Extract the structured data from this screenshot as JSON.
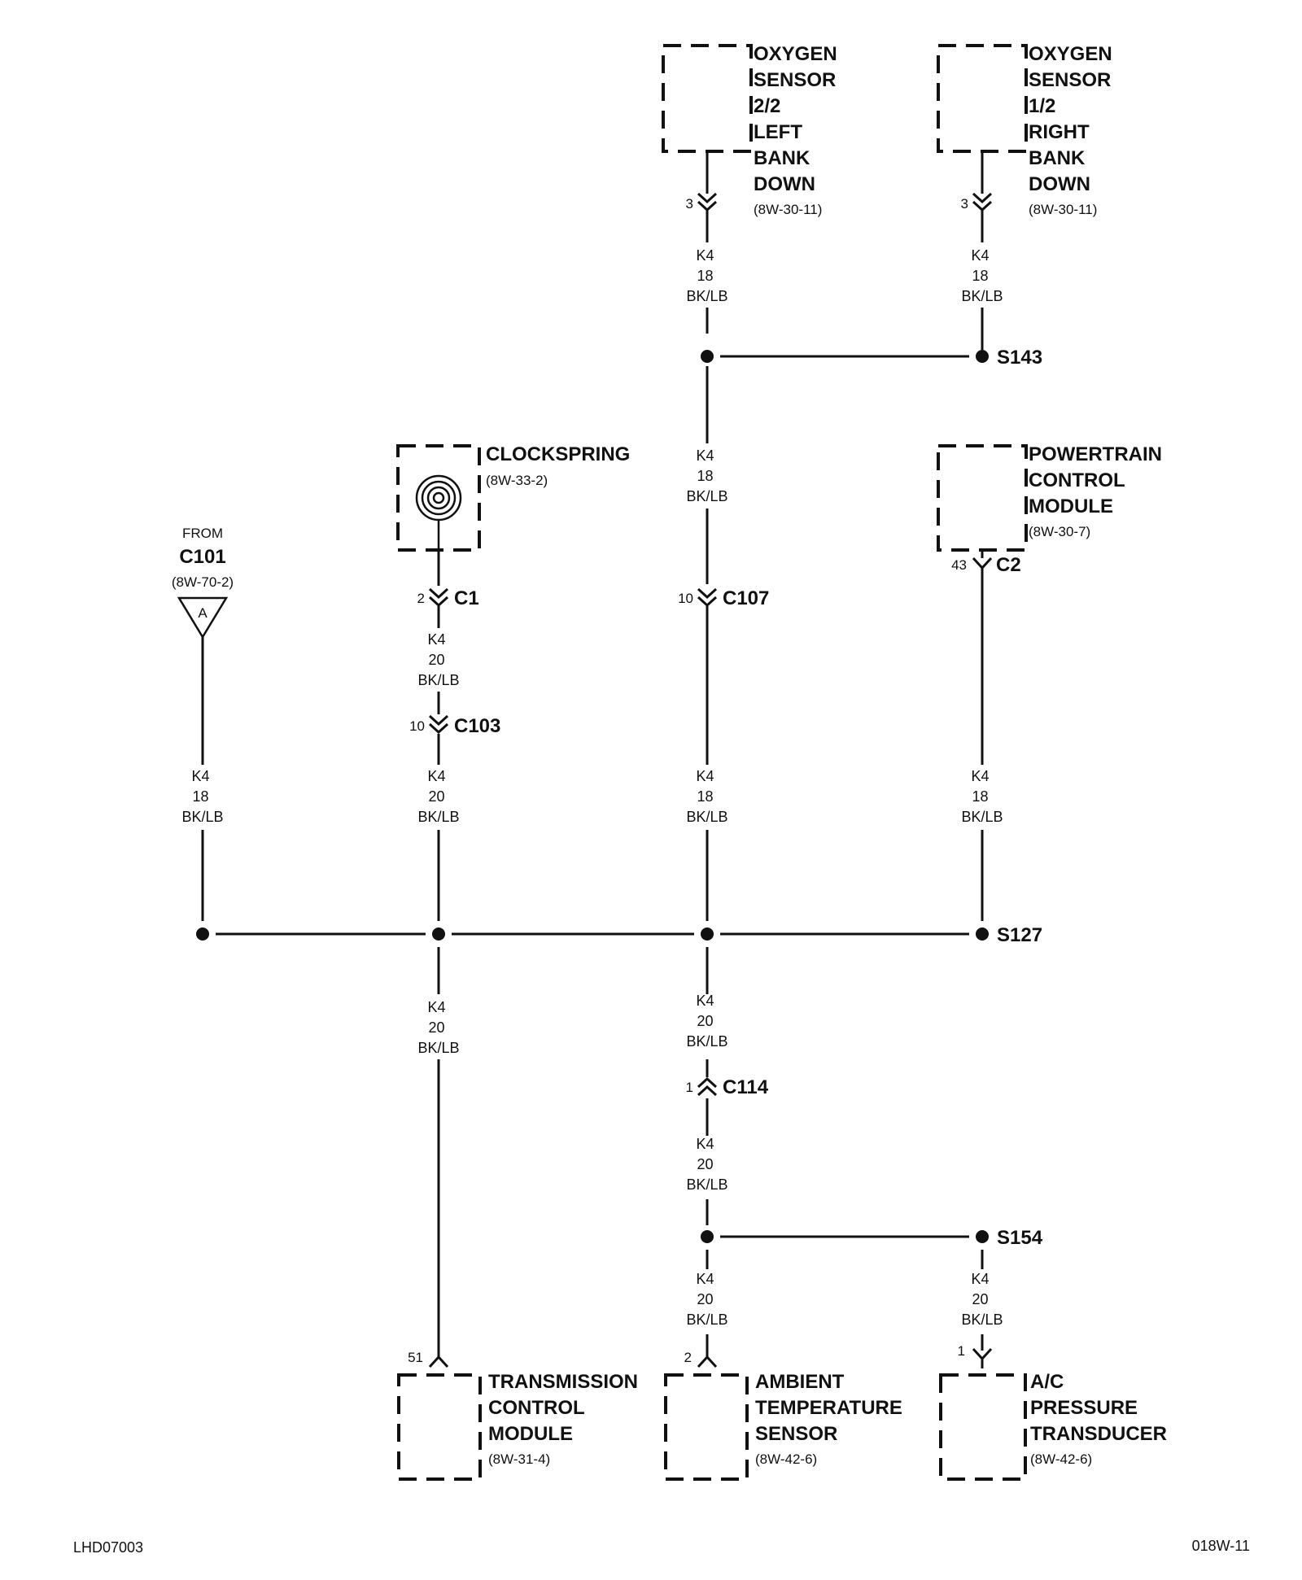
{
  "components": {
    "o2_left": {
      "lines": [
        "OXYGEN",
        "SENSOR",
        "2/2",
        "LEFT",
        "BANK",
        "DOWN"
      ],
      "ref": "(8W-30-11)"
    },
    "o2_right": {
      "lines": [
        "OXYGEN",
        "SENSOR",
        "1/2",
        "RIGHT",
        "BANK",
        "DOWN"
      ],
      "ref": "(8W-30-11)"
    },
    "clockspring": {
      "lines": [
        "CLOCKSPRING"
      ],
      "ref": "(8W-33-2)"
    },
    "pcm": {
      "lines": [
        "POWERTRAIN",
        "CONTROL",
        "MODULE"
      ],
      "ref": "(8W-30-7)"
    },
    "from_c101": {
      "lines": [
        "FROM",
        "C101"
      ],
      "ref": "(8W-70-2)",
      "marker": "A"
    },
    "tcm": {
      "lines": [
        "TRANSMISSION",
        "CONTROL",
        "MODULE"
      ],
      "ref": "(8W-31-4)"
    },
    "ambient": {
      "lines": [
        "AMBIENT",
        "TEMPERATURE",
        "SENSOR"
      ],
      "ref": "(8W-42-6)"
    },
    "ac": {
      "lines": [
        "A/C",
        "PRESSURE",
        "TRANSDUCER"
      ],
      "ref": "(8W-42-6)"
    }
  },
  "connectors": {
    "o2l_pin": {
      "pin": "3",
      "name": ""
    },
    "o2r_pin": {
      "pin": "3",
      "name": ""
    },
    "c1": {
      "pin": "2",
      "name": "C1"
    },
    "c103": {
      "pin": "10",
      "name": "C103"
    },
    "c107": {
      "pin": "10",
      "name": "C107"
    },
    "c2": {
      "pin": "43",
      "name": "C2"
    },
    "c114": {
      "pin": "1",
      "name": "C114"
    },
    "tcm_pin": {
      "pin": "51",
      "name": ""
    },
    "amb_pin": {
      "pin": "2",
      "name": ""
    },
    "ac_pin": {
      "pin": "1",
      "name": ""
    }
  },
  "wires": {
    "w_o2l": [
      "K4",
      "18",
      "BK/LB"
    ],
    "w_o2r": [
      "K4",
      "18",
      "BK/LB"
    ],
    "w_mid_upper": [
      "K4",
      "18",
      "BK/LB"
    ],
    "w_cs": [
      "K4",
      "20",
      "BK/LB"
    ],
    "w_from": [
      "K4",
      "18",
      "BK/LB"
    ],
    "w_c103": [
      "K4",
      "20",
      "BK/LB"
    ],
    "w_c107": [
      "K4",
      "18",
      "BK/LB"
    ],
    "w_pcm": [
      "K4",
      "18",
      "BK/LB"
    ],
    "w_tcm": [
      "K4",
      "20",
      "BK/LB"
    ],
    "w_mid_low1": [
      "K4",
      "20",
      "BK/LB"
    ],
    "w_mid_low2": [
      "K4",
      "20",
      "BK/LB"
    ],
    "w_amb": [
      "K4",
      "20",
      "BK/LB"
    ],
    "w_ac": [
      "K4",
      "20",
      "BK/LB"
    ]
  },
  "splices": {
    "s143": "S143",
    "s127": "S127",
    "s154": "S154"
  },
  "footer": {
    "left": "LHD07003",
    "right": "018W-11"
  }
}
